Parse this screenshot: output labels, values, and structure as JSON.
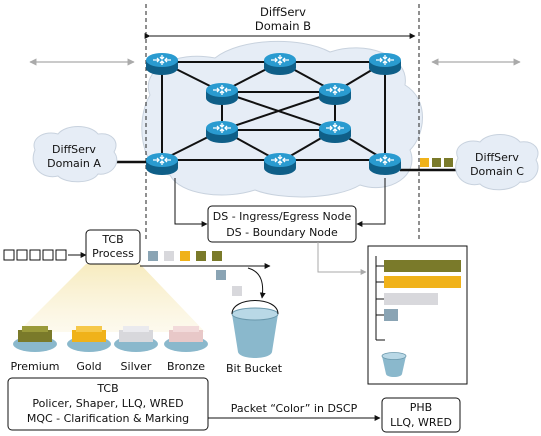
{
  "domain_b": {
    "line1": "DiffServ",
    "line2": "Domain B"
  },
  "domain_a": {
    "line1": "DiffServ",
    "line2": "Domain A"
  },
  "domain_c": {
    "line1": "DiffServ",
    "line2": "Domain C"
  },
  "ds_box": {
    "line1": "DS - Ingress/Egress Node",
    "line2": "DS - Boundary Node"
  },
  "tcb_process": {
    "line1": "TCB",
    "line2": "Process"
  },
  "classes": [
    "Premium",
    "Gold",
    "Silver",
    "Bronze"
  ],
  "bit_bucket": "Bit Bucket",
  "tcb_box": {
    "line1": "TCB",
    "line2": "Policer, Shaper, LLQ, WRED",
    "line3": "MQC - Clarification & Marking"
  },
  "packet_color": "Packet “Color” in DSCP",
  "phb_box": {
    "line1": "PHB",
    "line2": "LLQ, WRED"
  },
  "colors": {
    "router": "#1a7fb0",
    "router_top": "#2f9fd0",
    "olive": "#7a7a2a",
    "gold": "#f0b21a",
    "silver": "#d8d8dc",
    "bronze": "#e8c8c8",
    "slate": "#8aa4b4",
    "cloud": "#e8eef6"
  }
}
